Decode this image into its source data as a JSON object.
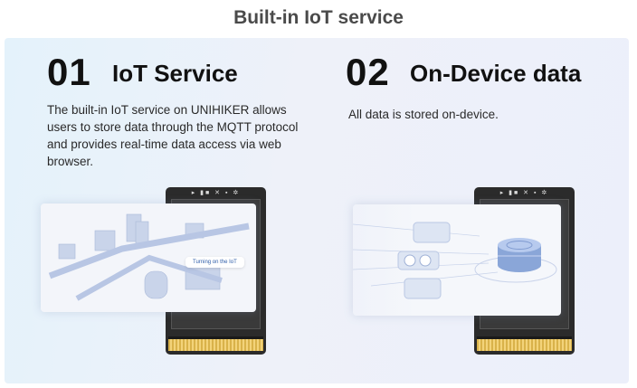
{
  "title": "Built-in IoT service",
  "sections": [
    {
      "number": "01",
      "heading": "IoT Service",
      "lines": [
        "The built-in IoT service on UNIHIKER allows",
        "users to store data through the MQTT protocol",
        "and provides real-time data access via web",
        "browser."
      ],
      "screen_label": "Turning on the IoT"
    },
    {
      "number": "02",
      "heading": "On-Device data",
      "lines": [
        "All data is stored on-device."
      ]
    }
  ]
}
